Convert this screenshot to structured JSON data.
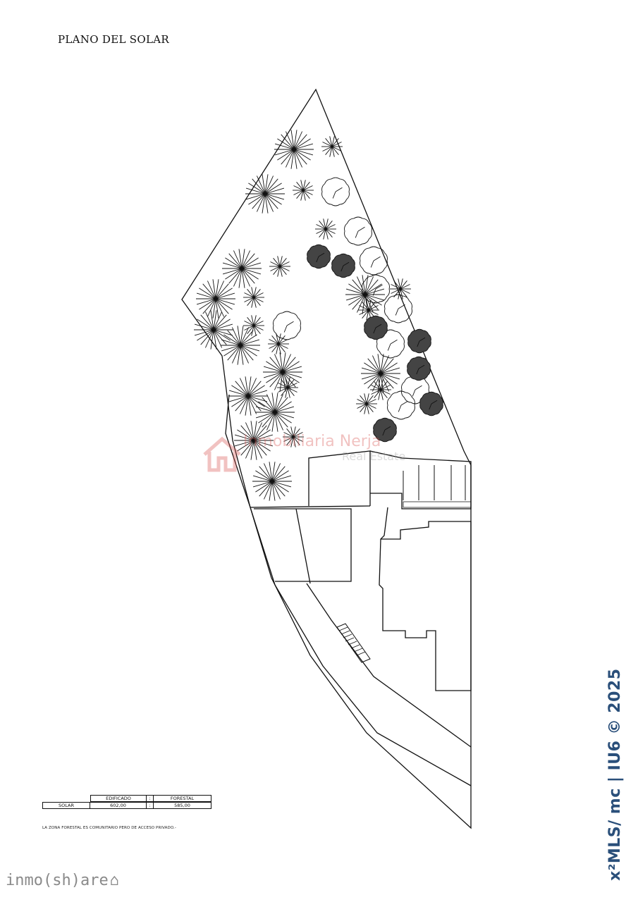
{
  "title": "PLANO DEL SOLAR",
  "table": {
    "headers": [
      "EDIFICADO",
      ":",
      "FORESTAL"
    ],
    "row_label": "SOLAR",
    "row_values": [
      "602,00",
      ":",
      "585,00"
    ]
  },
  "note": "LA ZONA FORESTAL ES   COMUNITARIO PERO DE  ACCESO PRIVADO.-",
  "watermark": {
    "name": "Inmobiliaria Nerja",
    "subtitle": "Real Estate",
    "color": "#d9534f"
  },
  "logo": {
    "text": "inmo(sh)are",
    "icon": "house-icon"
  },
  "mls_stamp": "x²MLS/ mc | IU6 © 2025",
  "colors": {
    "lines": "#111111",
    "mls": "#2a4f7a"
  }
}
